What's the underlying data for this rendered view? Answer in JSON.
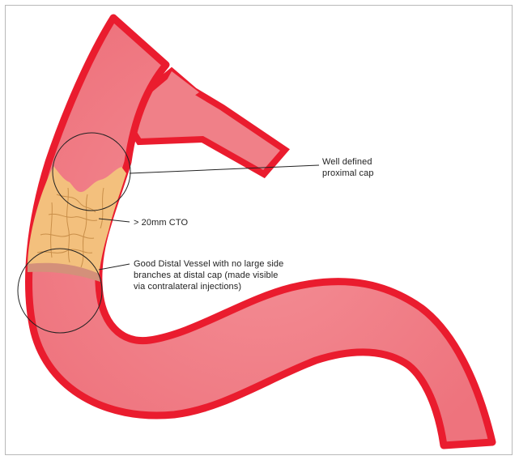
{
  "diagram": {
    "colors": {
      "vessel_wall": "#ea1c2e",
      "vessel_lumen": "#f08088",
      "occlusion_fill": "#f3c07d",
      "occlusion_lines": "#c98f4a",
      "distal_cap_band": "#d4907a",
      "callout_lines": "#222222"
    },
    "labels": {
      "proximal_cap": [
        "Well defined",
        "proximal cap"
      ],
      "cto_length": "> 20mm CTO",
      "distal_vessel": [
        "Good Distal Vessel with no large side",
        "branches at distal cap (made visible",
        "via contralateral injections)"
      ]
    }
  }
}
